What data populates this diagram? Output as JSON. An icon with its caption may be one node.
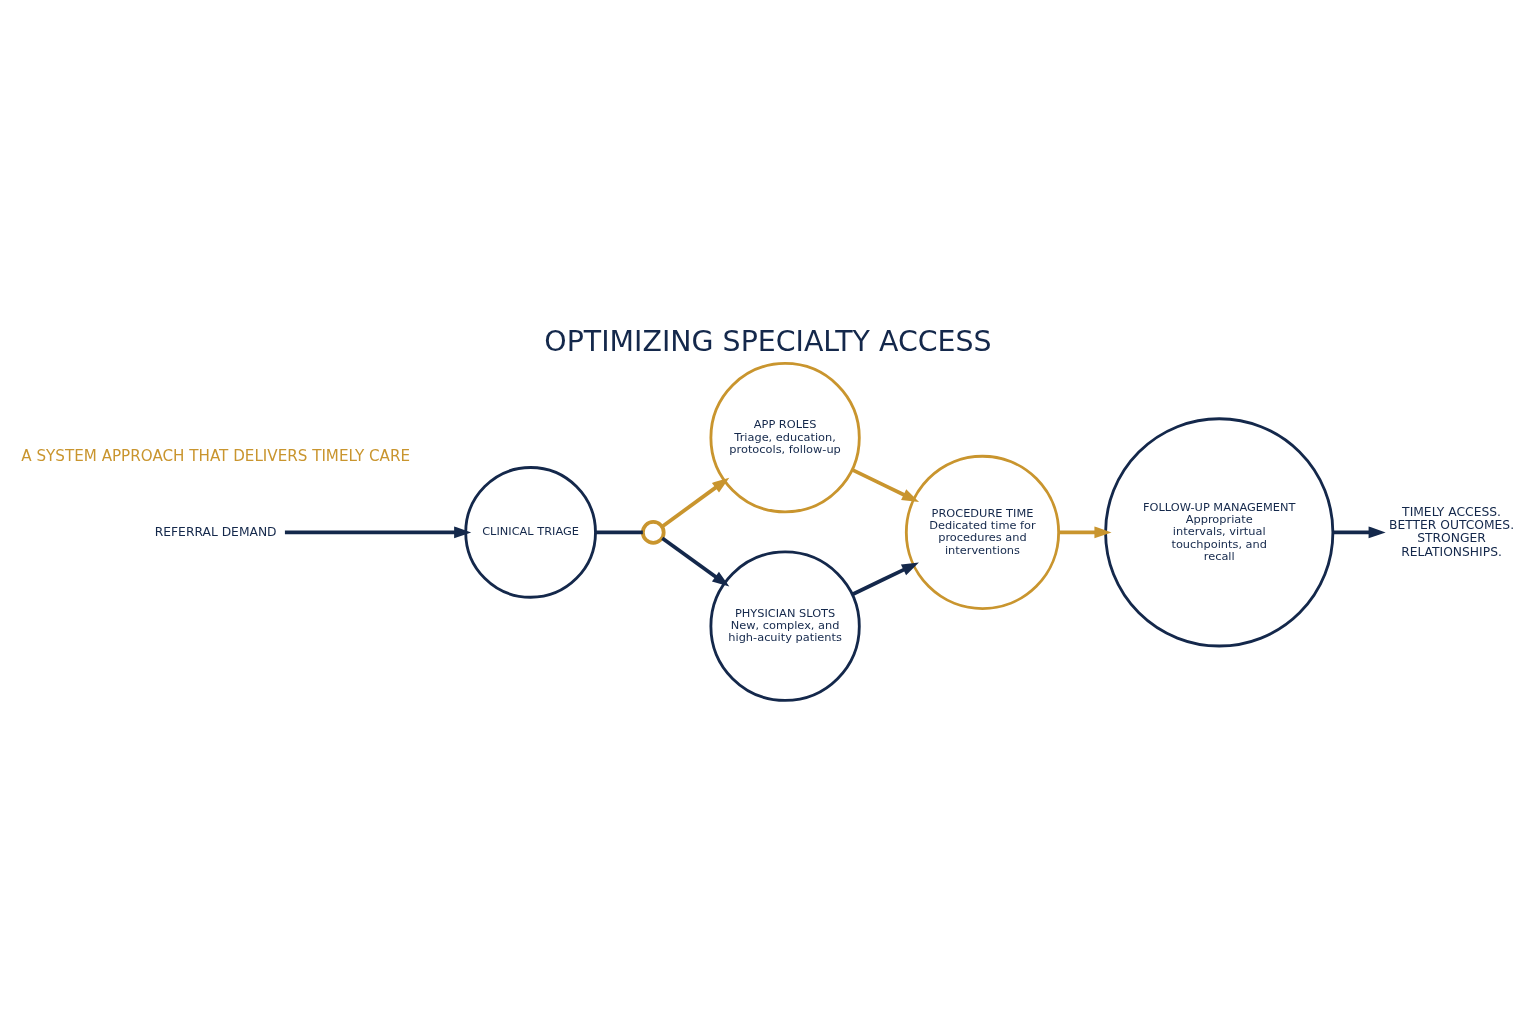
{
  "diagram": {
    "title": "OPTIMIZING SPECIALTY ACCESS",
    "nodes": [
      {
        "text": [
          "REFERRAL DEMAND"
        ]
      },
      {
        "text": [
          "CLINICAL TRIAGE"
        ]
      },
      {
        "text": [],
        "shape": "circle"
      },
      {
        "text": [
          "APP ROLES",
          "Triage, education, protocols, follow-up"
        ]
      },
      {
        "text": [
          "PHYSICIAN SLOTS",
          "New, complex, and high-acuity patients"
        ]
      },
      {
        "text": [
          "PROCEDURE TIME",
          "Dedicated time for procedures and interventions"
        ]
      },
      {
        "text": [
          "FOLLOW-UP MANAGEMENT",
          "Appropriate intervals, virtual touchpoints, and recall"
        ]
      },
      {
        "text": [
          "TIMELY ACCESS. BETTER OUTCOMES. STRONGER RELATIONSHIPS."
        ]
      }
    ],
    "edges": [
      {
        "from": 0,
        "to": 1,
        "arrow": "to"
      },
      {
        "from": 1,
        "to": 2,
        "arrow": "none"
      },
      {
        "from": 2,
        "to": 3,
        "arrow": "to",
        "color": "#c9952e"
      },
      {
        "from": 2,
        "to": 4,
        "arrow": "to"
      },
      {
        "from": 3,
        "to": 5,
        "arrow": "to",
        "color": "#c9952e"
      },
      {
        "from": 4,
        "to": 5,
        "arrow": "to"
      },
      {
        "from": 5,
        "to": 6,
        "arrow": "to",
        "color": "#c9952e"
      },
      {
        "from": 6,
        "to": 7,
        "arrow": "to"
      }
    ],
    "labels": [
      "A SYSTEM APPROACH THAT DELIVERS TIMELY CARE"
    ]
  }
}
